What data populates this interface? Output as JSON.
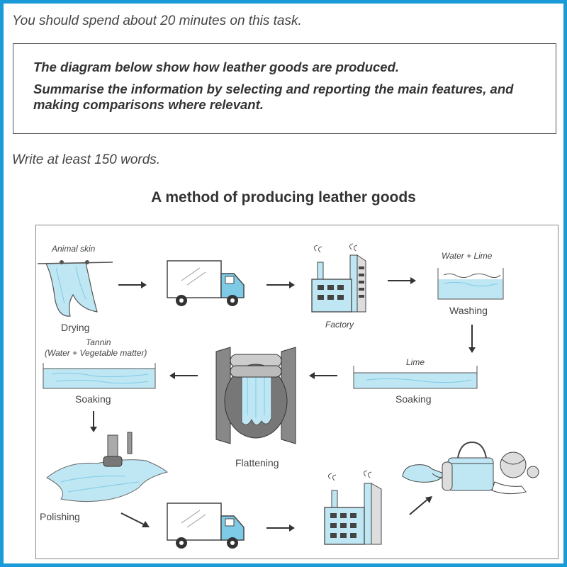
{
  "instructions": {
    "time": "You should spend about 20 minutes on this task.",
    "task_line1": "The diagram below show how leather goods are produced.",
    "task_line2": "Summarise the information by selecting and reporting the main features, and making comparisons where relevant.",
    "words": "Write at least 150 words."
  },
  "diagram": {
    "title": "A method of producing leather goods",
    "labels": {
      "animal_skin": "Animal skin",
      "drying": "Drying",
      "factory": "Factory",
      "water_lime": "Water + Lime",
      "washing": "Washing",
      "lime": "Lime",
      "soaking_lime": "Soaking",
      "tannin": "Tannin",
      "tannin_detail": "(Water + Vegetable matter)",
      "soaking_tannin": "Soaking",
      "flattening": "Flattening",
      "polishing": "Polishing"
    }
  },
  "colors": {
    "frame": "#1a9bd7",
    "water": "#bfe6f3",
    "accent": "#7ecbe8"
  }
}
